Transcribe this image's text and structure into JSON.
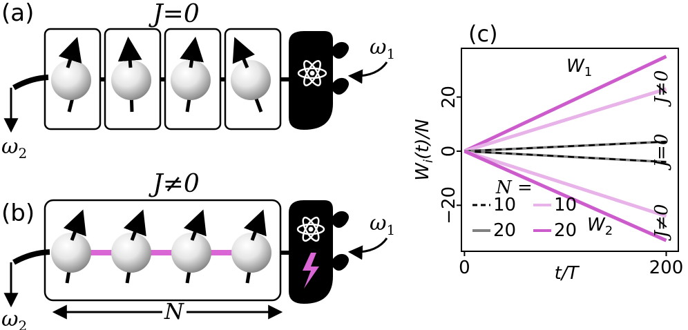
{
  "panel_a": {
    "label": "(a)",
    "title": "J=0",
    "omega1": "ω",
    "omega1_sub": "1",
    "omega2": "ω",
    "omega2_sub": "2"
  },
  "panel_b": {
    "label": "(b)",
    "title": "J≠0",
    "omega1": "ω",
    "omega1_sub": "1",
    "omega2": "ω",
    "omega2_sub": "2",
    "length_label": "N"
  },
  "panel_c": {
    "label": "(c)"
  },
  "colors": {
    "strong_magenta": "#cc5ccc",
    "light_magenta": "#e8b3e8",
    "coupling_bar": "#d966d4",
    "lightning": "#d966d4",
    "black": "#000000",
    "gray": "#808080"
  },
  "chart_data": {
    "type": "line",
    "xlabel": "t/T",
    "ylabel": "W_i(t)/N",
    "xlim": [
      -3,
      212
    ],
    "ylim": [
      -37,
      38
    ],
    "xticks": [
      0,
      200
    ],
    "yticks": [
      -20,
      0,
      20
    ],
    "legend": {
      "title": "N =",
      "placement": "bottom-left",
      "entries": [
        {
          "label": "10",
          "style": "dashed-black"
        },
        {
          "label": "10",
          "style": "light-magenta"
        },
        {
          "label": "20",
          "style": "gray"
        },
        {
          "label": "20",
          "style": "strong-magenta"
        }
      ]
    },
    "series": [
      {
        "x": [
          0,
          200
        ],
        "y": [
          0,
          35
        ],
        "color": "#cc5ccc",
        "dash": false,
        "width": 5
      },
      {
        "x": [
          0,
          200
        ],
        "y": [
          0,
          23
        ],
        "color": "#e8b3e8",
        "dash": false,
        "width": 5
      },
      {
        "x": [
          0,
          200
        ],
        "y": [
          0,
          3.5
        ],
        "color": "#808080",
        "dash": false,
        "width": 3.5
      },
      {
        "x": [
          0,
          200
        ],
        "y": [
          0,
          3.5
        ],
        "color": "#000000",
        "dash": true,
        "width": 2.5
      },
      {
        "x": [
          0,
          200
        ],
        "y": [
          0,
          -4
        ],
        "color": "#808080",
        "dash": false,
        "width": 3.5
      },
      {
        "x": [
          0,
          200
        ],
        "y": [
          0,
          -4
        ],
        "color": "#000000",
        "dash": true,
        "width": 2.5
      },
      {
        "x": [
          0,
          200
        ],
        "y": [
          0,
          -24
        ],
        "color": "#e8b3e8",
        "dash": false,
        "width": 5
      },
      {
        "x": [
          0,
          200
        ],
        "y": [
          0,
          -33
        ],
        "color": "#cc5ccc",
        "dash": false,
        "width": 5
      }
    ],
    "annotations": {
      "w1": "W",
      "w1_sub": "1",
      "w2": "W",
      "w2_sub": "2",
      "j_neq_top": "J≠0",
      "j_zero": "J=0",
      "j_neq_bottom": "J≠0"
    }
  }
}
